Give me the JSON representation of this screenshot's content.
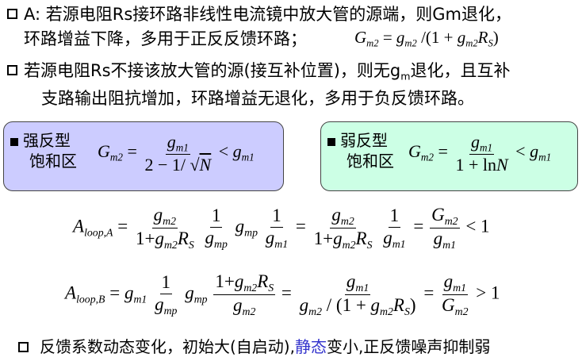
{
  "bullets": {
    "b1_line1": "A: 若源电阻Rs接环路非线性电流镜中放大管的源端，则Gm退化，",
    "b1_line2": "环路增益下降，多用于正反反馈环路；",
    "b2_line1a": "若源电阻Rs不接该放大管的源(接互补位置)，则无g",
    "b2_line1_sub": "m",
    "b2_line1b": "退化，且互补",
    "b2_line2": "支路输出阻抗增加，环路增益无退化，多用于负反馈环路。",
    "b3_a": "反馈系数动态变化，初始大(自启动),",
    "b3_highlight": "静态",
    "b3_b": "变小,正反馈噪声抑制弱"
  },
  "panels": {
    "strong": {
      "label_line1": "强反型",
      "label_line2": "饱和区",
      "bg": "#ccccff"
    },
    "weak": {
      "label_line1": "弱反型",
      "label_line2": "饱和区",
      "bg": "#ccffe5"
    }
  },
  "colors": {
    "highlight": "#3333cc",
    "box_border": "#444444"
  }
}
